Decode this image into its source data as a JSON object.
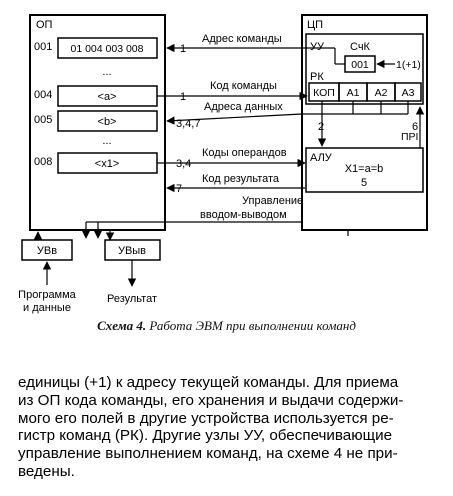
{
  "memory": {
    "title": "ОП",
    "cells": [
      {
        "address": "001",
        "content": "01 004 003 008"
      },
      {
        "address": "004",
        "content": "<a>"
      },
      {
        "address": "005",
        "content": "<b>"
      },
      {
        "address": "008",
        "content": "<x1>"
      }
    ],
    "ellipsis": "..."
  },
  "cpu": {
    "title": "ЦП",
    "control_unit": "УУ",
    "counter_label": "СчК",
    "counter_value": "001",
    "counter_step": "1(+1)",
    "command_register": "РК",
    "register_fields": [
      "КОП",
      "А1",
      "А2",
      "А3"
    ],
    "alu_title": "АЛУ",
    "alu_expression": "X1=a=b",
    "alu_value": "5",
    "pr_label": "ПРI",
    "pr_num": "6",
    "kop_num": "2"
  },
  "buses": {
    "address_command": "Адрес команды",
    "command_code": "Код команды",
    "data_addresses": "Адреса данных",
    "operand_codes": "Коды операндов",
    "result_code": "Код результата",
    "io_control_line1": "Управление",
    "io_control_line2": "вводом-выводом"
  },
  "step_numbers": {
    "address_command": "1",
    "command_code": "1",
    "data_addresses": "3,4,7",
    "operand_codes": "3,4",
    "result_code": "7"
  },
  "io": {
    "input_device": "УВв",
    "output_device": "УВыв",
    "program_line1": "Программа",
    "program_line2": "и данные",
    "result": "Результат"
  },
  "caption": {
    "prefix": "Схема 4.",
    "text": "Работа ЭВМ при выполнении команд"
  },
  "body_lines": [
    "единицы (+1) к адресу текущей команды. Для приема",
    "из ОП кода команды, его хранения и выдачи содержи-",
    "мого его полей в другие устройства используется ре-",
    "гистр команд (РК). Другие узлы УУ, обеспечивающие",
    "управление выполнением команд, на схеме 4 не при-",
    "ведены."
  ]
}
